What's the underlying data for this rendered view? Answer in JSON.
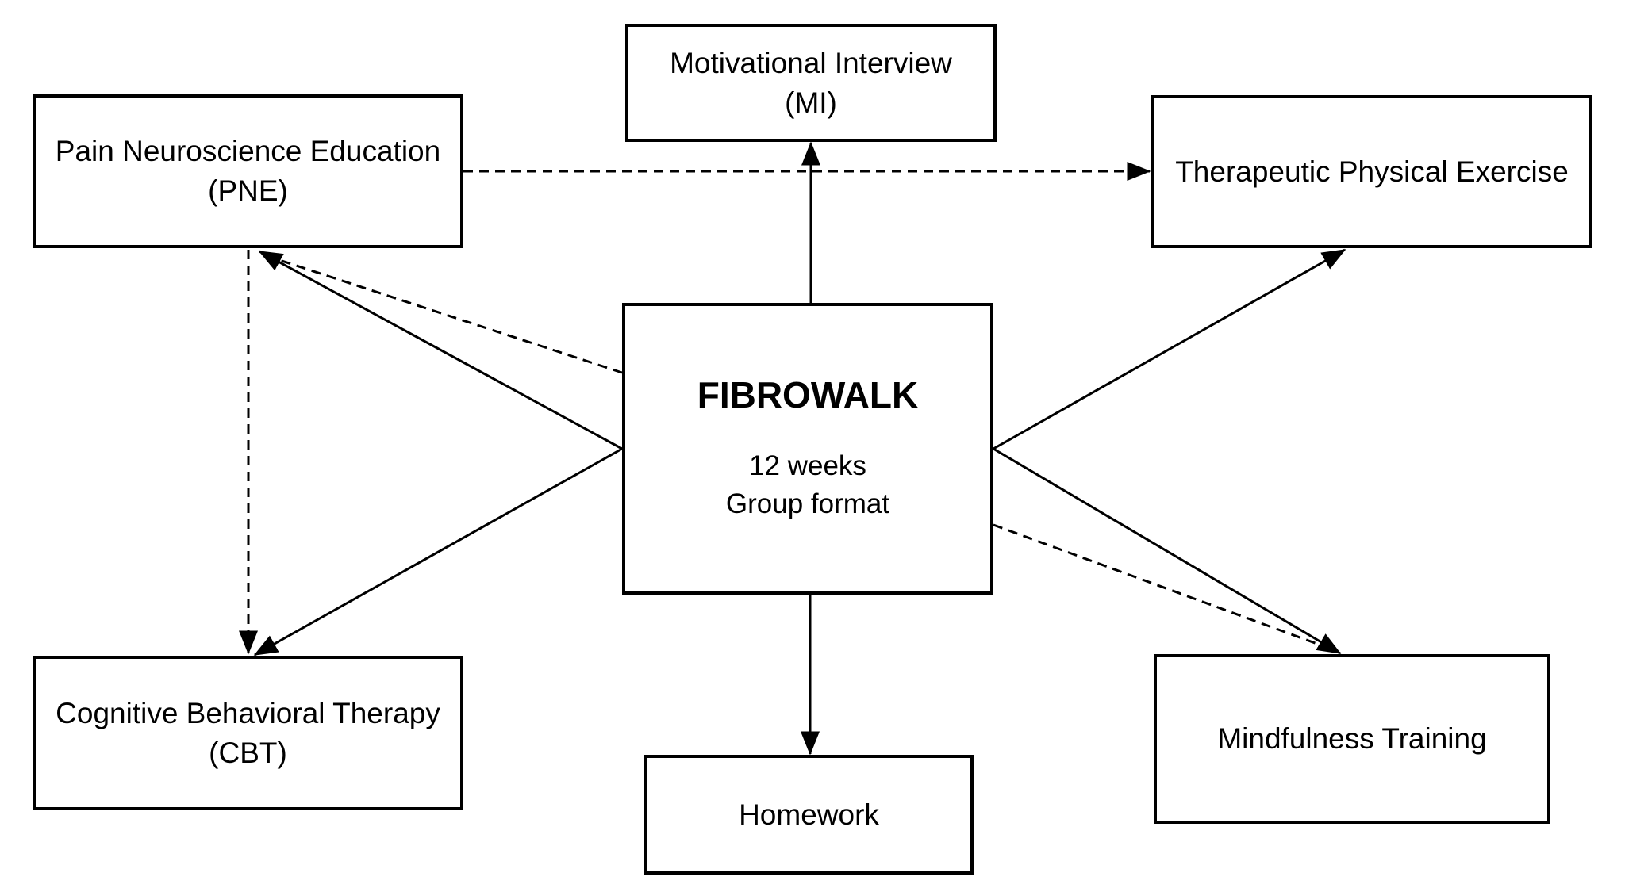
{
  "diagram": {
    "nodes": {
      "fibrowalk": {
        "title": "FIBROWALK",
        "detail1": "12 weeks",
        "detail2": "Group format"
      },
      "pne": {
        "name": "Pain Neuroscience Education",
        "abbr": "(PNE)"
      },
      "mi": {
        "name": "Motivational Interview",
        "abbr": "(MI)"
      },
      "tpe": {
        "name": "Therapeutic Physical Exercise"
      },
      "cbt": {
        "name": "Cognitive Behavioral Therapy",
        "abbr": "(CBT)"
      },
      "mindfulness": {
        "name": "Mindfulness Training"
      },
      "homework": {
        "name": "Homework"
      }
    },
    "edges": [
      {
        "id": "fibrowalk-mi",
        "from": "fibrowalk",
        "to": "mi",
        "style": "solid",
        "arrowhead": true
      },
      {
        "id": "fibrowalk-homework",
        "from": "fibrowalk",
        "to": "homework",
        "style": "solid",
        "arrowhead": true
      },
      {
        "id": "fibrowalk-pne-solid",
        "from": "fibrowalk",
        "to": "pne",
        "style": "solid",
        "arrowhead": true
      },
      {
        "id": "fibrowalk-cbt",
        "from": "fibrowalk",
        "to": "cbt",
        "style": "solid",
        "arrowhead": true
      },
      {
        "id": "fibrowalk-tpe",
        "from": "fibrowalk",
        "to": "tpe",
        "style": "solid",
        "arrowhead": true
      },
      {
        "id": "fibrowalk-mindfulness-solid",
        "from": "fibrowalk",
        "to": "mindfulness",
        "style": "solid",
        "arrowhead": true
      },
      {
        "id": "pne-tpe",
        "from": "pne",
        "to": "tpe",
        "style": "dashed",
        "arrowhead": true
      },
      {
        "id": "pne-cbt",
        "from": "pne",
        "to": "cbt",
        "style": "dashed",
        "arrowhead": true
      },
      {
        "id": "fibrowalk-pne-dashed",
        "from": "fibrowalk",
        "to": "pne",
        "style": "dashed",
        "arrowhead": false
      },
      {
        "id": "fibrowalk-mindfulness-dashed",
        "from": "fibrowalk",
        "to": "mindfulness",
        "style": "dashed",
        "arrowhead": false
      }
    ],
    "colors": {
      "line": "#000000",
      "border": "#000000",
      "text": "#000000",
      "background": "#ffffff"
    }
  }
}
